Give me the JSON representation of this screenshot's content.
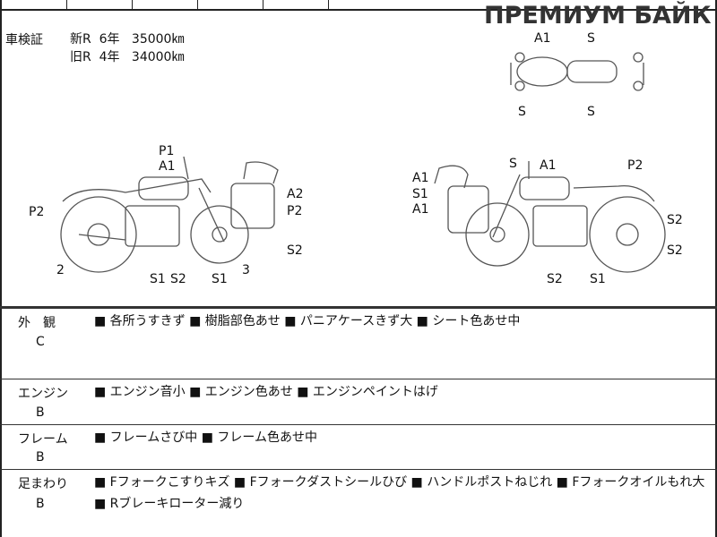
{
  "watermark": "ПРЕМИУМ БАЙК",
  "inspection": {
    "label": "車検証",
    "rows": [
      {
        "type": "新R",
        "years": "6年",
        "km": "35000㎞"
      },
      {
        "type": "旧R",
        "years": "4年",
        "km": "34000㎞"
      }
    ]
  },
  "diagram": {
    "top": [
      "A1",
      "S",
      "S",
      "S"
    ],
    "left": [
      "P1",
      "A1",
      "A2",
      "P2",
      "P2",
      "S2",
      "2",
      "3",
      "S1",
      "S2",
      "S1"
    ],
    "right": [
      "S",
      "A1",
      "P2",
      "A1",
      "S1",
      "A1",
      "S2",
      "S2",
      "S2",
      "S1"
    ]
  },
  "sections": [
    {
      "label": "外　観",
      "grade": "C",
      "items": "■ 各所うすきず ■ 樹脂部色あせ ■ パニアケースきず大 ■ シート色あせ中"
    },
    {
      "label": "エンジン",
      "grade": "B",
      "items": "■ エンジン音小 ■ エンジン色あせ ■ エンジンペイントはげ"
    },
    {
      "label": "フレーム",
      "grade": "B",
      "items": "■ フレームさび中 ■ フレーム色あせ中"
    },
    {
      "label": "足まわり",
      "grade": "B",
      "items": "■ Fフォークこすりキズ ■ Fフォークダストシールひび ■ ハンドルポストねじれ ■ Fフォークオイルもれ大 ■ Rブレーキローター減り"
    }
  ]
}
